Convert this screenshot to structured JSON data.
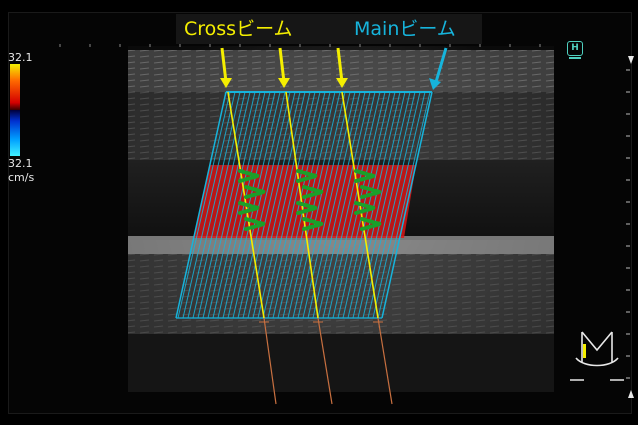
{
  "labels": {
    "cross_beam": "Crossビーム",
    "main_beam": "Mainビーム"
  },
  "color_scale": {
    "max": "32.1",
    "min": "32.1",
    "unit": "cm/s"
  },
  "markers": {
    "h_marker": "H"
  },
  "colors": {
    "cross_beam": "#f4ee00",
    "main_beam": "#16b4dc",
    "flow_red": "#e01616",
    "flow_arrow": "#1aa02a",
    "background": "#000000"
  },
  "icons": {
    "probe": "probe-orientation-icon",
    "h_marker": "h-marker-icon",
    "flow_arrow": "flow-arrow-icon"
  }
}
